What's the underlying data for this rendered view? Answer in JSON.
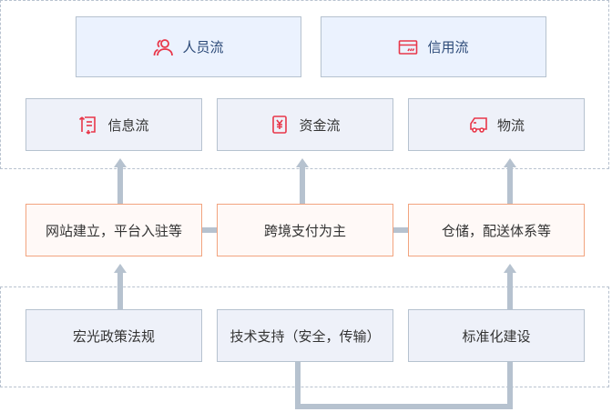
{
  "diagram": {
    "accent_icon_color": "#e8374a",
    "top_row": [
      {
        "label": "人员流",
        "icon": "people-icon"
      },
      {
        "label": "信用流",
        "icon": "credit-card-icon"
      }
    ],
    "flow_row": [
      {
        "label": "信息流",
        "icon": "document-transfer-icon"
      },
      {
        "label": "资金流",
        "icon": "yuan-bill-icon"
      },
      {
        "label": "物流",
        "icon": "truck-icon"
      }
    ],
    "middle_row": [
      {
        "label": "网站建立，平台入驻等"
      },
      {
        "label": "跨境支付为主"
      },
      {
        "label": "仓储，配送体系等"
      }
    ],
    "base_row": [
      {
        "label": "宏光政策法规"
      },
      {
        "label": "技术支持（安全，传输）"
      },
      {
        "label": "标准化建设"
      }
    ]
  }
}
